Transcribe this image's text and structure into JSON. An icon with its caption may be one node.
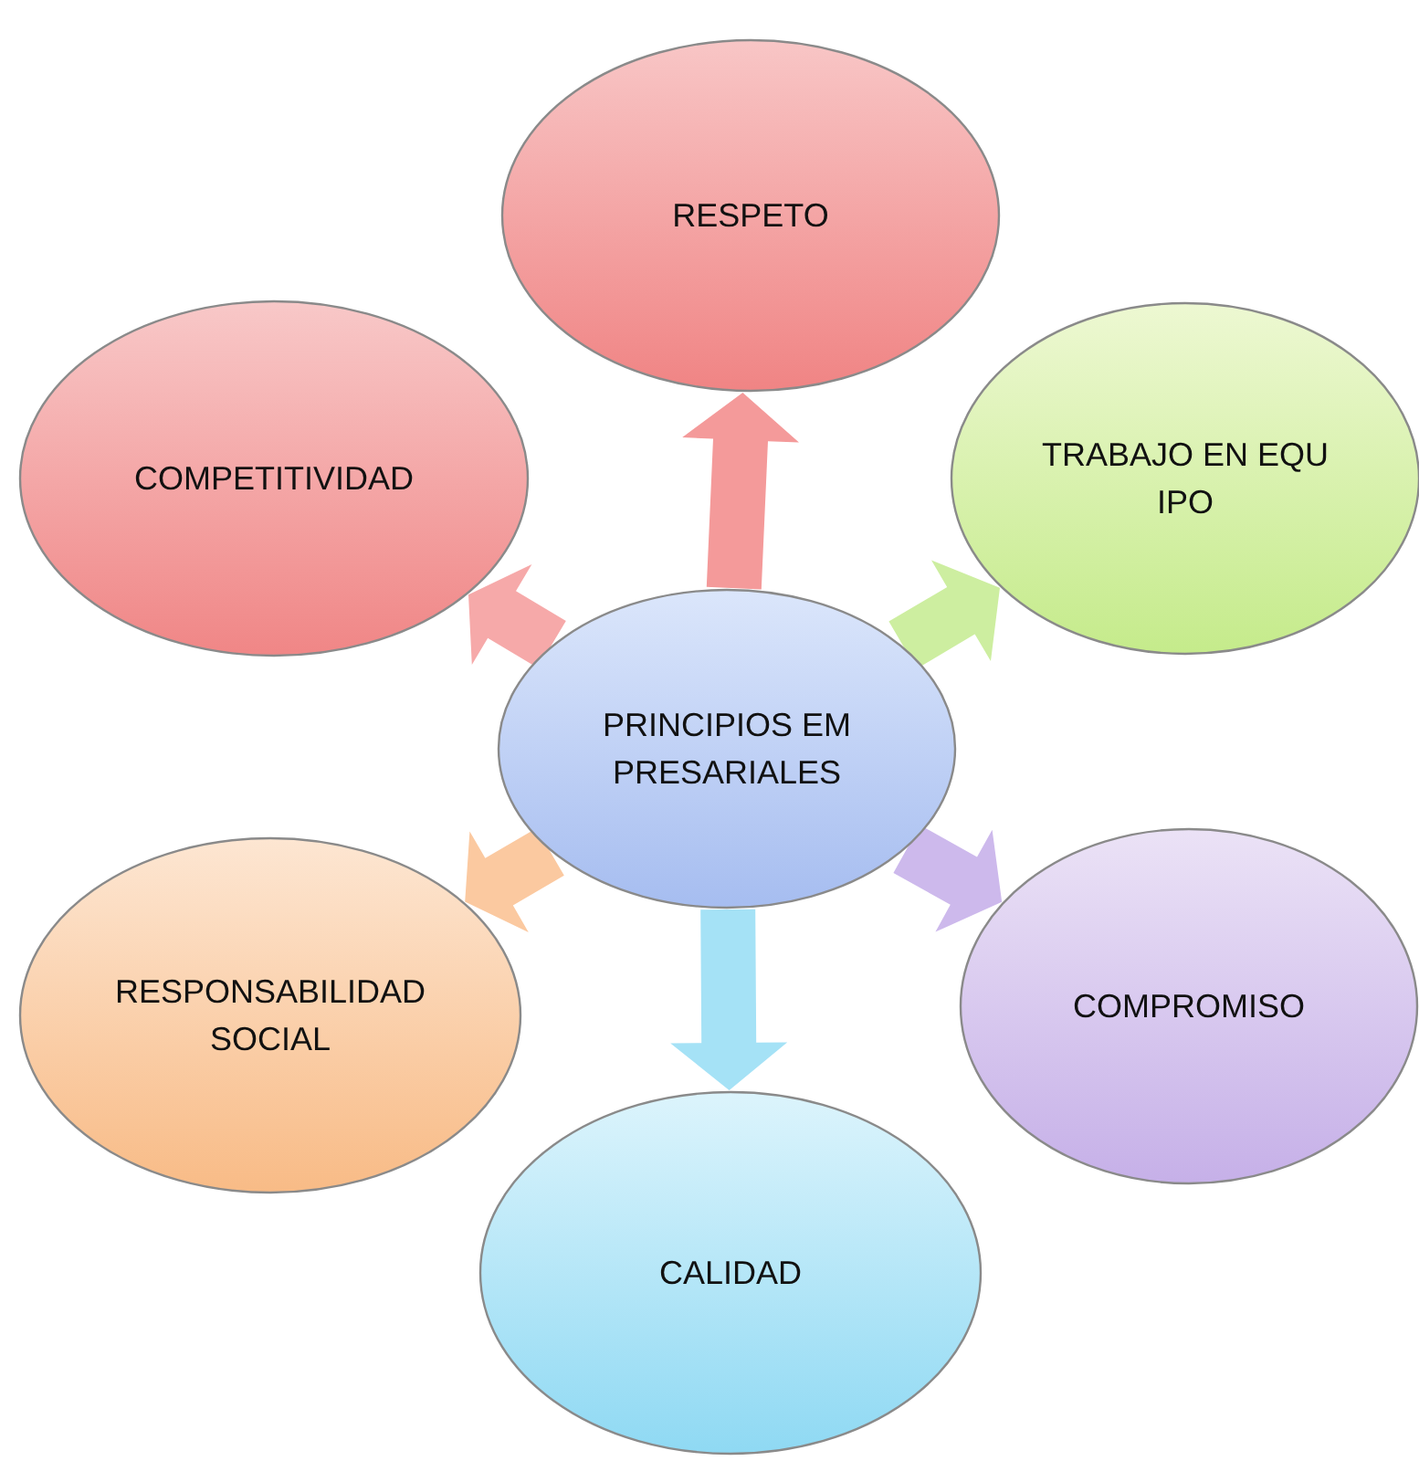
{
  "diagram": {
    "nodes": [
      {
        "text": [
          "PRINCIPIOS EMPRESARIALES"
        ]
      },
      {
        "text": [
          "RESPETO"
        ]
      },
      {
        "text": [
          "TRABAJO EN EQUIPO"
        ]
      },
      {
        "text": [
          "COMPROMISO"
        ]
      },
      {
        "text": [
          "CALIDAD"
        ]
      },
      {
        "text": [
          "RESPONSABILIDAD SOCIAL"
        ]
      },
      {
        "text": [
          "COMPETITIVIDAD"
        ]
      }
    ],
    "edges": [
      {
        "from": 0,
        "to": 1,
        "arrow": "to",
        "color": "#f49a9a"
      },
      {
        "from": 0,
        "to": 2,
        "arrow": "to",
        "color": "#cdeea0"
      },
      {
        "from": 0,
        "to": 3,
        "arrow": "to",
        "color": "#cdb9ec"
      },
      {
        "from": 0,
        "to": 4,
        "arrow": "to",
        "color": "#a5e2f6"
      },
      {
        "from": 0,
        "to": 5,
        "arrow": "to",
        "color": "#fbc9a0"
      },
      {
        "from": 0,
        "to": 6,
        "arrow": "to",
        "color": "#f6a9a9"
      }
    ]
  }
}
